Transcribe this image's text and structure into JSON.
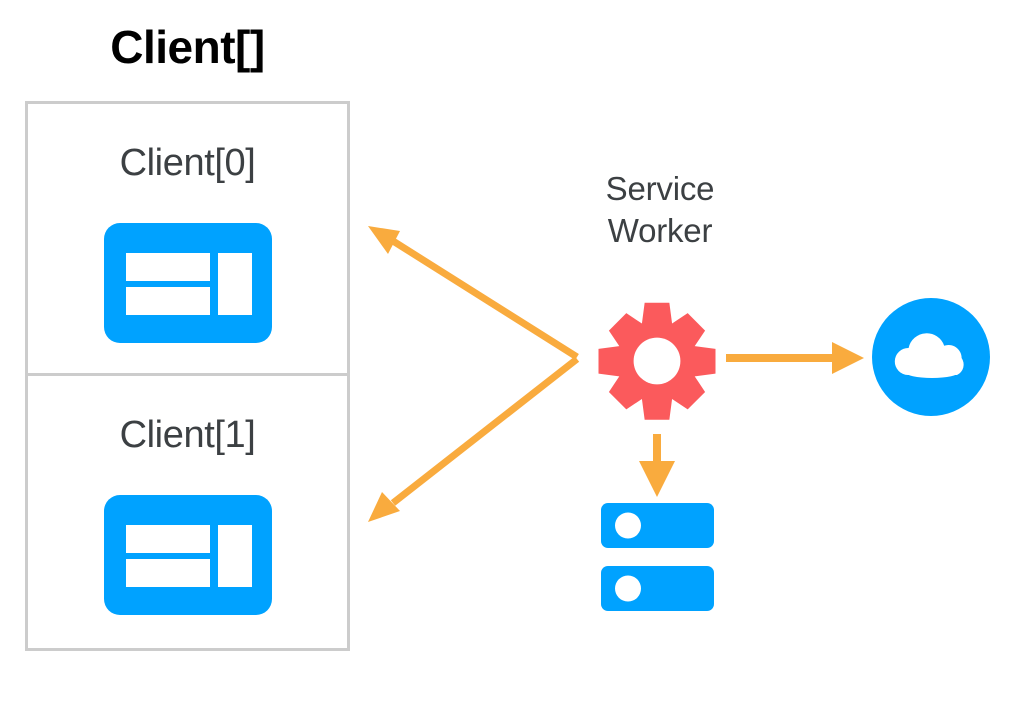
{
  "diagram": {
    "title": "Client[]",
    "background_color": "#ffffff",
    "colors": {
      "accent_blue": "#00a2ff",
      "gear_red": "#fb5a5c",
      "arrow_orange": "#f9ab3e",
      "border_gray": "#cccccc",
      "text_dark": "#3c4043",
      "title_black": "#000000"
    }
  },
  "client_array": {
    "label": "Client[]",
    "clients": [
      {
        "label": "Client[0]",
        "icon": "browser-window-icon"
      },
      {
        "label": "Client[1]",
        "icon": "browser-window-icon"
      }
    ]
  },
  "service_worker": {
    "label_line1": "Service",
    "label_line2": "Worker",
    "icon": "gear-icon"
  },
  "nodes": {
    "cloud": {
      "icon": "cloud-icon",
      "label": ""
    },
    "database": {
      "icon": "database-server-icon",
      "label": ""
    }
  },
  "connections": [
    {
      "name": "service-worker-to-client-0",
      "from": "service-worker",
      "to": "client-0",
      "direction": "to-client",
      "color": "#f9ab3e"
    },
    {
      "name": "service-worker-to-client-1",
      "from": "service-worker",
      "to": "client-1",
      "direction": "to-client",
      "color": "#f9ab3e"
    },
    {
      "name": "service-worker-to-cloud",
      "from": "service-worker",
      "to": "cloud",
      "direction": "to-cloud",
      "color": "#f9ab3e"
    },
    {
      "name": "service-worker-to-database",
      "from": "service-worker",
      "to": "database",
      "direction": "to-database",
      "color": "#f9ab3e"
    }
  ]
}
